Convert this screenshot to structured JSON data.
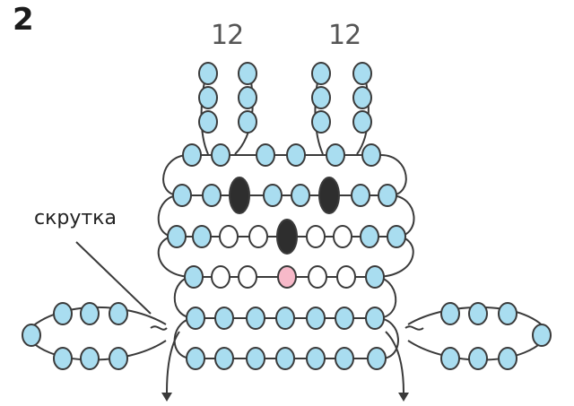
{
  "step_number": "2",
  "count_labels": [
    "12",
    "12"
  ],
  "twist_label": "скрутка",
  "colors": {
    "wire": "#3a3a3a",
    "bead_blue": "#a9ddf0",
    "bead_white": "#ffffff",
    "bead_black": "#2e2e2e",
    "bead_pink": "#f7b9c9",
    "bead_outline": "#3a3a3a"
  }
}
